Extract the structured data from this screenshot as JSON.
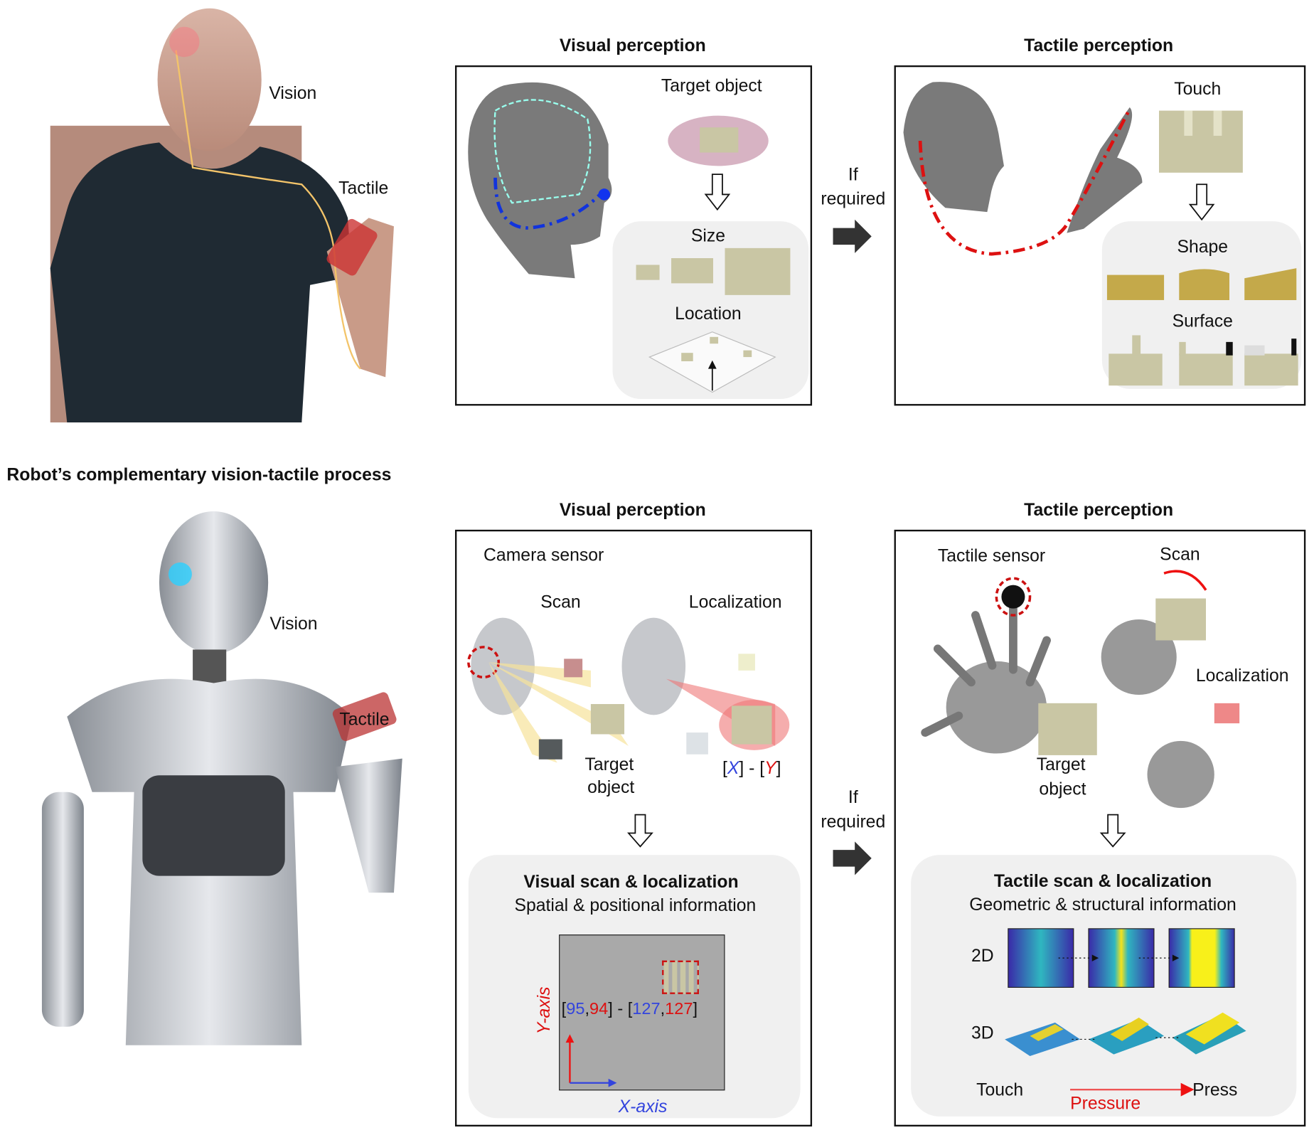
{
  "human": {
    "vision_label": "Vision",
    "tactile_label": "Tactile"
  },
  "top_visual": {
    "title": "Visual perception",
    "target_object": "Target object",
    "size": "Size",
    "location": "Location"
  },
  "top_tactile": {
    "title": "Tactile perception",
    "touch": "Touch",
    "shape": "Shape",
    "surface": "Surface"
  },
  "if_required": {
    "line1": "If",
    "line2": "required"
  },
  "robot_section": {
    "heading": "Robot’s complementary vision-tactile process",
    "vision_label": "Vision",
    "tactile_label": "Tactile"
  },
  "bottom_visual": {
    "title": "Visual perception",
    "camera_sensor": "Camera sensor",
    "scan": "Scan",
    "localization": "Localization",
    "target_line1": "Target",
    "target_line2": "object",
    "coord_x": "X",
    "coord_y": "Y",
    "panel_title": "Visual scan & localization",
    "panel_subtitle": "Spatial & positional information",
    "x1": "95",
    "y1": "94",
    "x2": "127",
    "y2": "127",
    "y_axis": "Y-axis",
    "x_axis": "X-axis"
  },
  "bottom_tactile": {
    "title": "Tactile perception",
    "tactile_sensor": "Tactile sensor",
    "scan": "Scan",
    "localization": "Localization",
    "target_line1": "Target",
    "target_line2": "object",
    "panel_title": "Tactile scan & localization",
    "panel_subtitle": "Geometric & structural information",
    "label_2d": "2D",
    "label_3d": "3D",
    "touch": "Touch",
    "pressure": "Pressure",
    "press": "Press"
  },
  "colors": {
    "blue": "#3344dd",
    "red": "#dd1111",
    "block": "#c9c6a4",
    "panel": "#f0f0f0",
    "head": "#7a7a7a"
  }
}
